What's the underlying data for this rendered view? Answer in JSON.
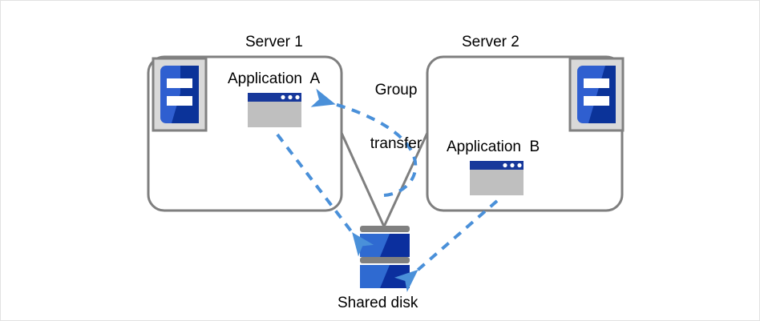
{
  "diagram": {
    "title": "Group transfer between cluster servers and shared disk",
    "colors": {
      "box_stroke": "#7f7f7f",
      "link_line": "#7f7f7f",
      "dashed_arrow": "#4a90d9",
      "server_icon_frame": "#d9d9d9",
      "server_icon_frame_border": "#808080",
      "server_icon_blue": "#2f5fd0",
      "server_icon_blue_dark": "#0b3399",
      "window_titlebar": "#17389b",
      "window_body": "#bfbfbf",
      "disk_blue_light": "#2f6ad1",
      "disk_blue_dark": "#0b2f9e",
      "disk_bar_gray": "#808080",
      "text": "#000000",
      "canvas_border": "#e2e2e2",
      "background": "#ffffff"
    },
    "nodes": {
      "server1": {
        "label": "Server 1",
        "icon_name": "server-icon"
      },
      "server2": {
        "label": "Server 2",
        "icon_name": "server-icon"
      },
      "application_a": {
        "label": "Application  A",
        "icon_name": "app-window-icon"
      },
      "application_b": {
        "label": "Application  B",
        "icon_name": "app-window-icon"
      },
      "shared_disk": {
        "label": "Shared disk",
        "icon_name": "shared-disk-icon"
      }
    },
    "annotations": {
      "group_transfer": {
        "line1": "Group",
        "line2": "transfer"
      }
    }
  }
}
